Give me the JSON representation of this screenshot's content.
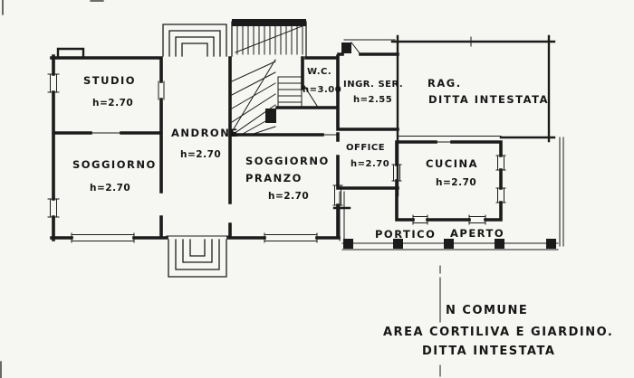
{
  "plan": {
    "rooms": {
      "studio": {
        "label": "STUDIO",
        "height": "h=2.70"
      },
      "soggiorno": {
        "label": "SOGGIORNO",
        "height": "h=2.70"
      },
      "androne": {
        "label": "ANDRONE",
        "height": "h=2.70"
      },
      "soggiorno_pranzo": {
        "label": "SOGGIORNO",
        "label2": "PRANZO",
        "height": "h=2.70"
      },
      "wc": {
        "label": "W.C.",
        "height": "h=3.00"
      },
      "ingresso_servizio": {
        "label": "INGR. SER.",
        "height": "h=2.55"
      },
      "office": {
        "label": "OFFICE",
        "height": "h=2.70"
      },
      "ragioneria": {
        "label": "RAG.",
        "label2": "DITTA INTESTATA"
      },
      "cucina": {
        "label": "CUCINA",
        "height": "h=2.70"
      },
      "portico": {
        "label": "PORTICO",
        "label2": "APERTO"
      }
    },
    "annotations": {
      "boundary": "N COMUNE",
      "area": "AREA CORTILIVA E GIARDINO.",
      "owner": "DITTA INTESTATA"
    },
    "colors": {
      "ink": "#1b1b1b",
      "paper": "#f6f6f3"
    }
  }
}
